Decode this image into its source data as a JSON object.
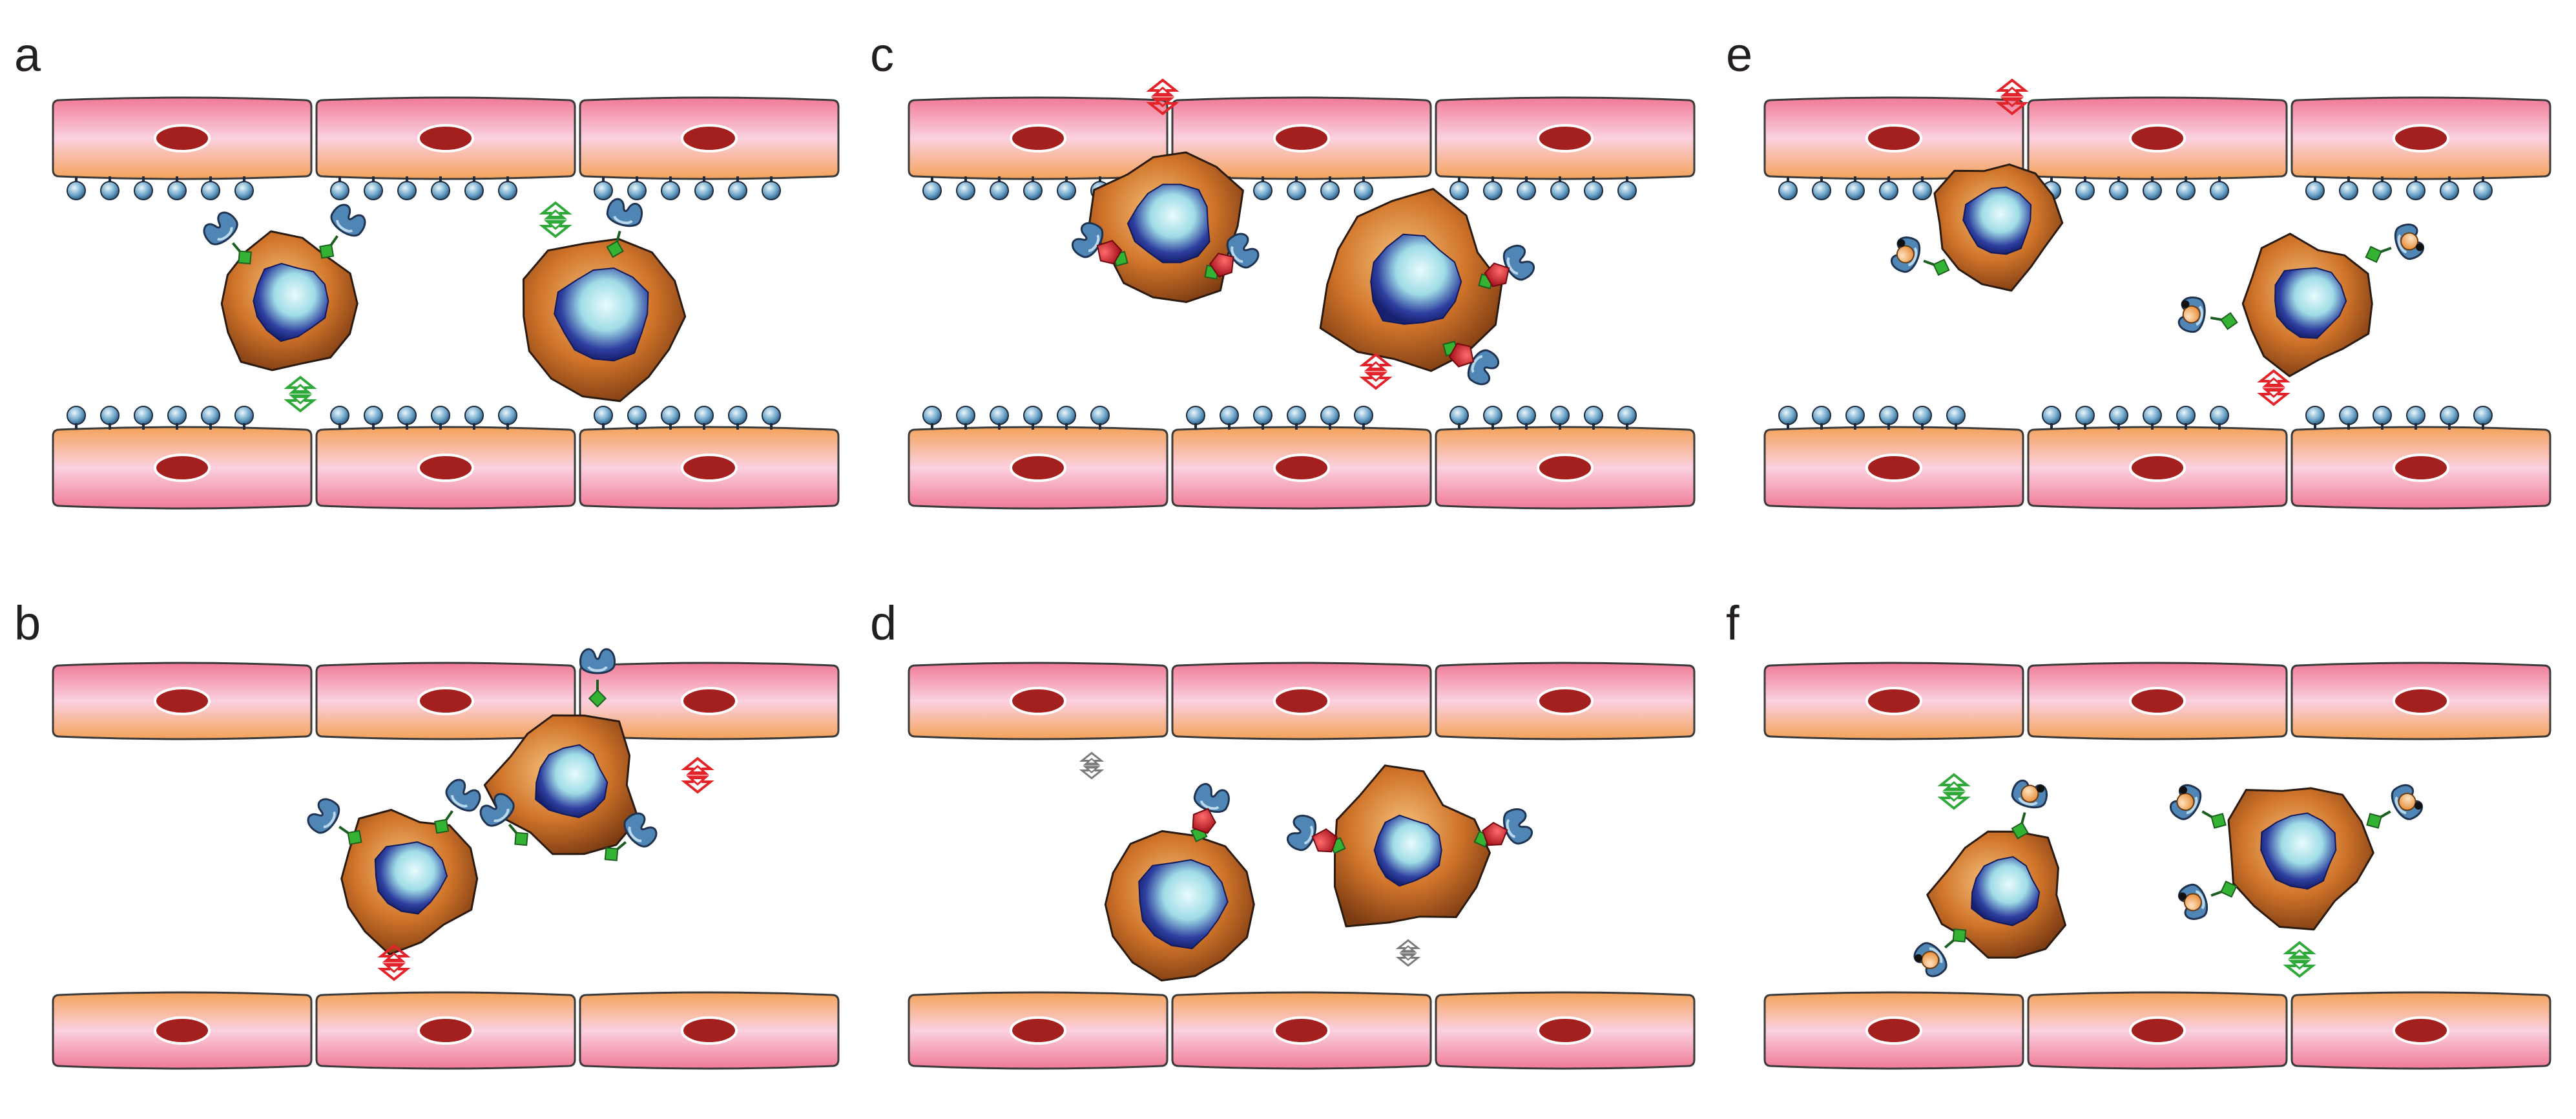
{
  "figure": {
    "panels": [
      {
        "label": "a",
        "junction_molecules": true
      },
      {
        "label": "b",
        "junction_molecules": false
      },
      {
        "label": "c",
        "junction_molecules": true
      },
      {
        "label": "d",
        "junction_molecules": false
      },
      {
        "label": "e",
        "junction_molecules": true
      },
      {
        "label": "f",
        "junction_molecules": false
      }
    ],
    "colors": {
      "endothelial_top": "#f07a96",
      "endothelial_mid": "#fbd1e0",
      "endothelial_bottom": "#f4a25a",
      "nucleus": "#a3201f",
      "cell_body": "#d0742a",
      "cell_nucleus": "#1d2a86",
      "receptor": "#4f86b5",
      "linker": "#34b233",
      "arrow_green": "#2faa3a",
      "arrow_red": "#e2232a",
      "arrow_gray": "#7a7a7a",
      "ligand_red": "#d91b25",
      "ligand_orange": "#f4b06c"
    },
    "symbols": {
      "arrow": "up-down-double-arrow-icon",
      "receptor": "claw-receptor-icon",
      "junction": "bulb-adhesion-molecule-icon"
    }
  }
}
